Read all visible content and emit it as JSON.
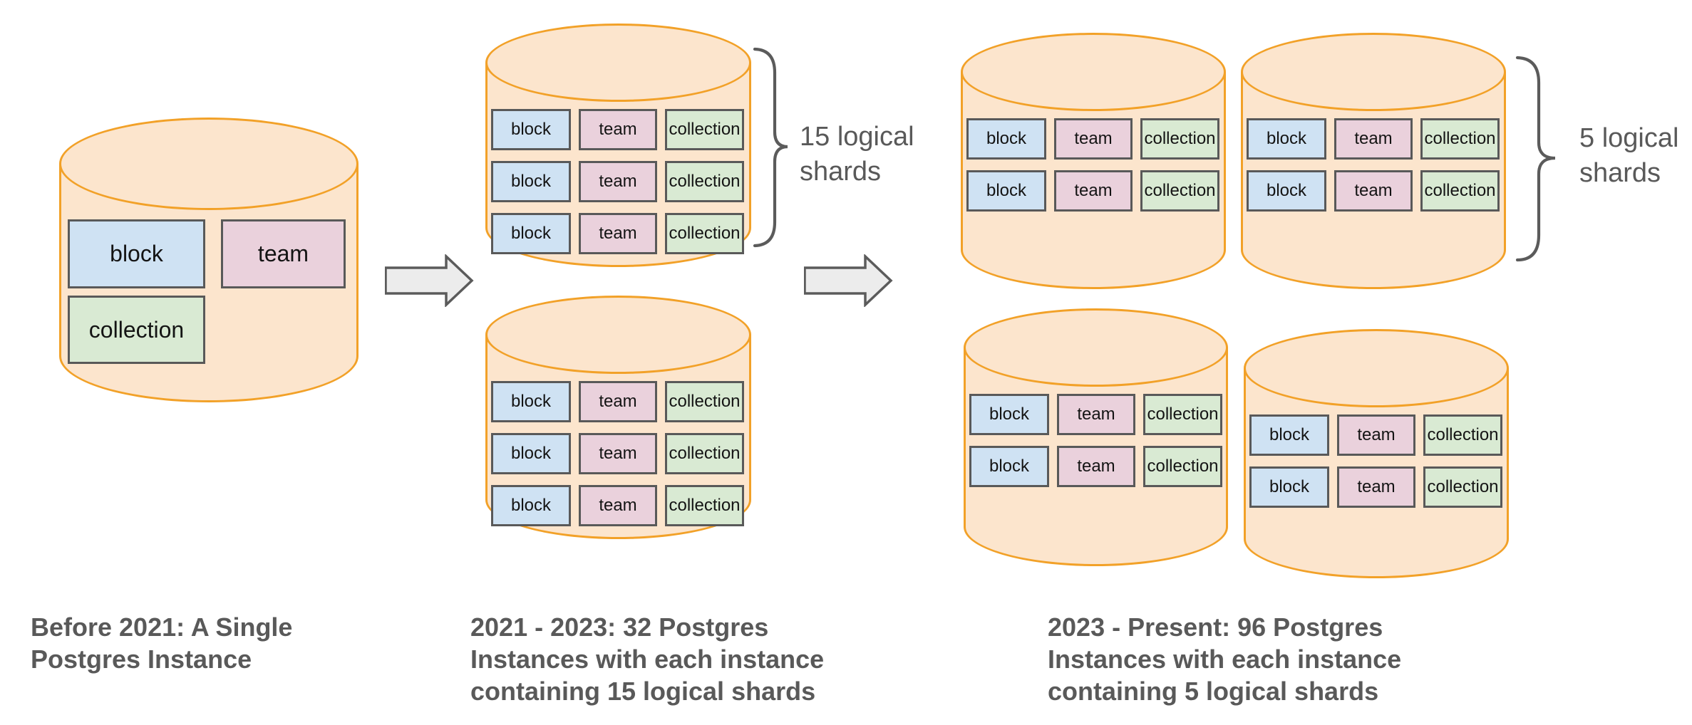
{
  "labels": [
    "block",
    "team",
    "collection"
  ],
  "stages": [
    {
      "caption": "Before 2021: A Single Postgres Instance"
    },
    {
      "caption": "2021 - 2023: 32 Postgres Instances with each instance containing 15 logical shards",
      "brace_label": "15 logical shards"
    },
    {
      "caption": "2023 - Present: 96 Postgres Instances with each instance containing 5 logical shards",
      "brace_label": "5 logical shards"
    }
  ],
  "colors": {
    "cylinder_fill": "#fce5cd",
    "cylinder_stroke": "#f2a128",
    "block_fill": "#cfe2f3",
    "team_fill": "#ead1dc",
    "collection_fill": "#d9ead3",
    "box_border": "#595959",
    "box_text": "#141414",
    "caption_text": "#595959",
    "arrow_fill": "#ececec",
    "arrow_stroke": "#5b5b5b",
    "brace_stroke": "#5b5b5b"
  }
}
